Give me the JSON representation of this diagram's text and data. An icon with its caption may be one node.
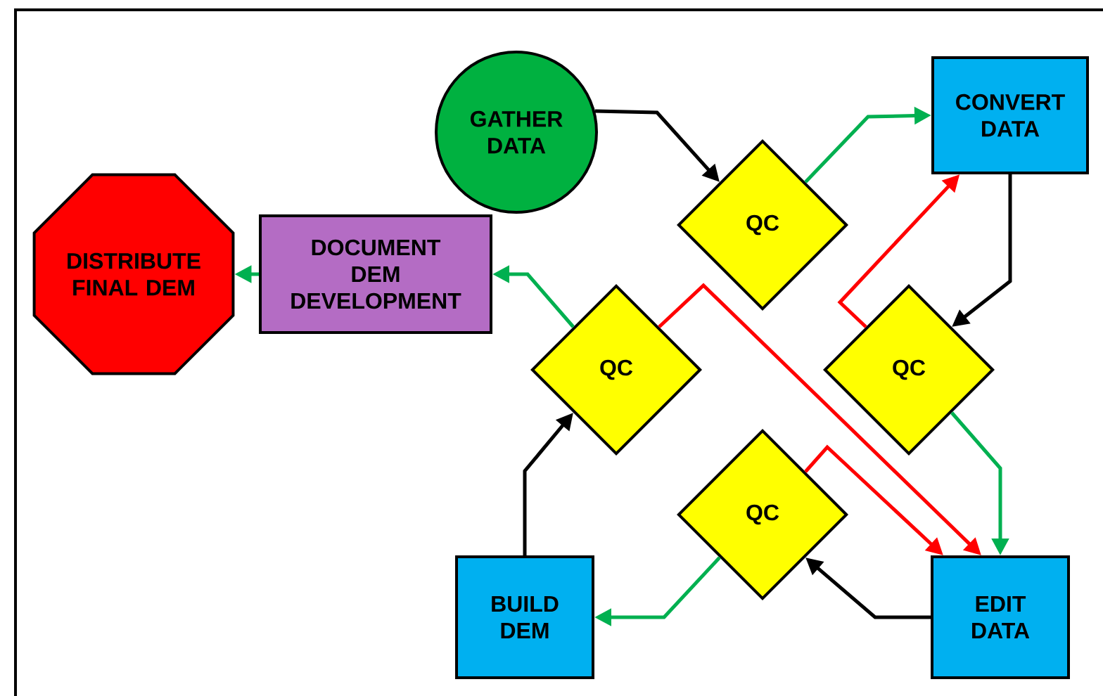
{
  "diagram": {
    "nodes": [
      {
        "text": [
          "GATHER DATA"
        ]
      },
      {
        "text": [
          "CONVERT DATA"
        ]
      },
      {
        "text": [
          "DISTRIBUTE FINAL DEM"
        ]
      },
      {
        "text": [
          "DOCUMENT DEM DEVELOPMENT"
        ]
      },
      {
        "text": [
          "QC"
        ]
      },
      {
        "text": [
          "QC"
        ]
      },
      {
        "text": [
          "QC"
        ]
      },
      {
        "text": [
          "QC"
        ]
      },
      {
        "text": [
          "BUILD DEM"
        ]
      },
      {
        "text": [
          "EDIT DATA"
        ]
      }
    ],
    "edges": [
      {
        "from": 0,
        "to": 4,
        "arrow": "to",
        "color": "#000000"
      },
      {
        "from": 4,
        "to": 1,
        "arrow": "to",
        "color": "#00b050"
      },
      {
        "from": 1,
        "to": 6,
        "arrow": "to",
        "color": "#000000"
      },
      {
        "from": 6,
        "to": 1,
        "arrow": "to",
        "color": "#ff0000"
      },
      {
        "from": 6,
        "to": 9,
        "arrow": "to",
        "color": "#00b050"
      },
      {
        "from": 9,
        "to": 7,
        "arrow": "to",
        "color": "#000000"
      },
      {
        "from": 7,
        "to": 8,
        "arrow": "to",
        "color": "#00b050"
      },
      {
        "from": 7,
        "to": 9,
        "arrow": "to",
        "color": "#ff0000"
      },
      {
        "from": 5,
        "to": 9,
        "arrow": "to",
        "color": "#ff0000"
      },
      {
        "from": 8,
        "to": 5,
        "arrow": "to",
        "color": "#000000"
      },
      {
        "from": 5,
        "to": 3,
        "arrow": "to",
        "color": "#00b050"
      },
      {
        "from": 3,
        "to": 2,
        "arrow": "to",
        "color": "#00b050"
      }
    ]
  }
}
